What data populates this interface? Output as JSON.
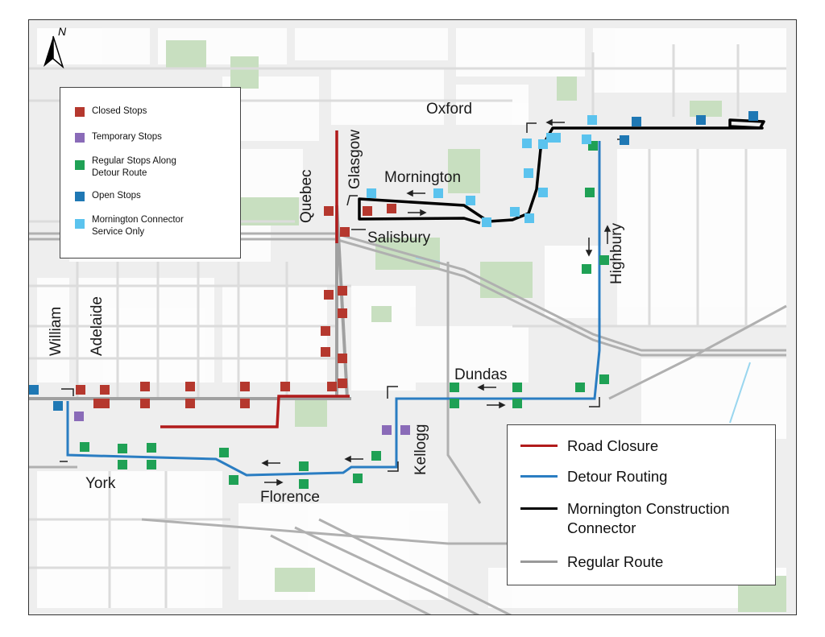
{
  "streets": {
    "oxford": "Oxford",
    "mornington": "Mornington",
    "salisbury": "Salisbury",
    "quebec": "Quebec",
    "glasgow": "Glasgow",
    "highbury": "Highbury",
    "william": "William",
    "adelaide": "Adelaide",
    "dundas": "Dundas",
    "kellogg": "Kellogg",
    "york": "York",
    "florence": "Florence"
  },
  "north_arrow": {
    "label": "N"
  },
  "stops_legend": {
    "items": [
      {
        "label": "Closed Stops",
        "color": "#b5382e"
      },
      {
        "label": "Temporary Stops",
        "color": "#8a6bb8"
      },
      {
        "label": "Regular Stops Along Detour Route",
        "color": "#1fa155"
      },
      {
        "label": "Open Stops",
        "color": "#1f78b4"
      },
      {
        "label": "Mornington Connector Service Only",
        "color": "#5bc3ee"
      }
    ]
  },
  "routes_legend": {
    "items": [
      {
        "label": "Road Closure",
        "color": "#b11b1b"
      },
      {
        "label": "Detour Routing",
        "color": "#2a7dc2"
      },
      {
        "label": "Mornington Construction Connector",
        "color": "#000000"
      },
      {
        "label": "Regular Route",
        "color": "#999999"
      }
    ]
  },
  "colors": {
    "map_background": "#eeeeee",
    "block": "#ffffff",
    "park": "#c8dfc0",
    "water": "#9ad6ef",
    "rail": "#b0b0b0"
  }
}
